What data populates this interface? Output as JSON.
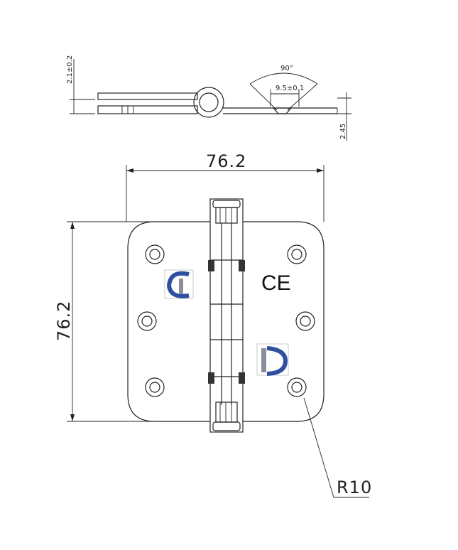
{
  "side_view": {
    "thickness_label": "2.1±0.2",
    "angle_label": "90°",
    "pin_label": "9.5±0.1",
    "leaf_label": "2.45"
  },
  "front_view": {
    "width_label": "76.2",
    "height_label": "76.2",
    "radius_label": "R10",
    "ce_mark": "CE"
  },
  "colors": {
    "line": "#222222",
    "logo_blue": "#2f4f9f",
    "logo_grey": "#8a8f99"
  }
}
